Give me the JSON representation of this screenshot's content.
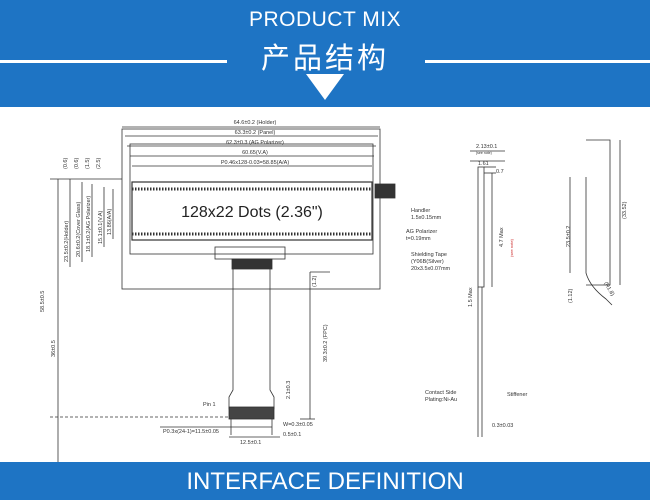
{
  "header": {
    "title_en": "PRODUCT MIX",
    "title_cn": "产品结构"
  },
  "footer": {
    "title_en": "INTERFACE DEFINITION"
  },
  "colors": {
    "banner": "#1e74c4",
    "ink": "#333333",
    "accent_red": "#cc2b2b"
  },
  "drawing": {
    "display_text": "128x22 Dots (2.36\")",
    "dims_top": [
      "64.6±0.2 (Holder)",
      "63.3±0.2 (Panel)",
      "62.3±0.3 (AG Polarizer)",
      "60.65(V.A)",
      "P0.46x128-0.03=58.85(A/A)"
    ],
    "dims_left": [
      "(0.6)",
      "(0.6)",
      "(1.5)",
      "(2.5)",
      "23.5±0.2(Holder)",
      "20.6±0.2(Cover Glass)",
      "18.1±0.2(AG Polarizer)",
      "15.1±0.1(V.A)",
      "13.86(A/A)",
      "58.5±0.5",
      "36±0.5"
    ],
    "dims_right": [
      "(1.2)",
      "39.3±0.2 (FPC)"
    ],
    "dims_bottom": [
      "Pin 1",
      "2.1±0.3",
      "P0.3x(24-1)=11.5±0.05",
      "W=0.3±0.05",
      "0.5±0.1",
      "12.5±0.1"
    ],
    "side_dims": [
      "2.13±0.1",
      "(see note)",
      "1.61",
      "0.7",
      "4.7 Max",
      "(see note)",
      "1.5 Max"
    ],
    "side_notes": [
      "Handler",
      "1.5x0.15mm",
      "AG Polarizer",
      "t=0.19mm",
      "Shielding Tape",
      "(Y06B(Silver)",
      "20x3.5x0.07mm",
      "Contact Side",
      "Plating:Ni-Au",
      "Stiffener",
      "0.3±0.03"
    ],
    "right_dims": [
      "23.5±0.2",
      "(33.52)",
      "(1.12)",
      "(R1.8)"
    ]
  }
}
